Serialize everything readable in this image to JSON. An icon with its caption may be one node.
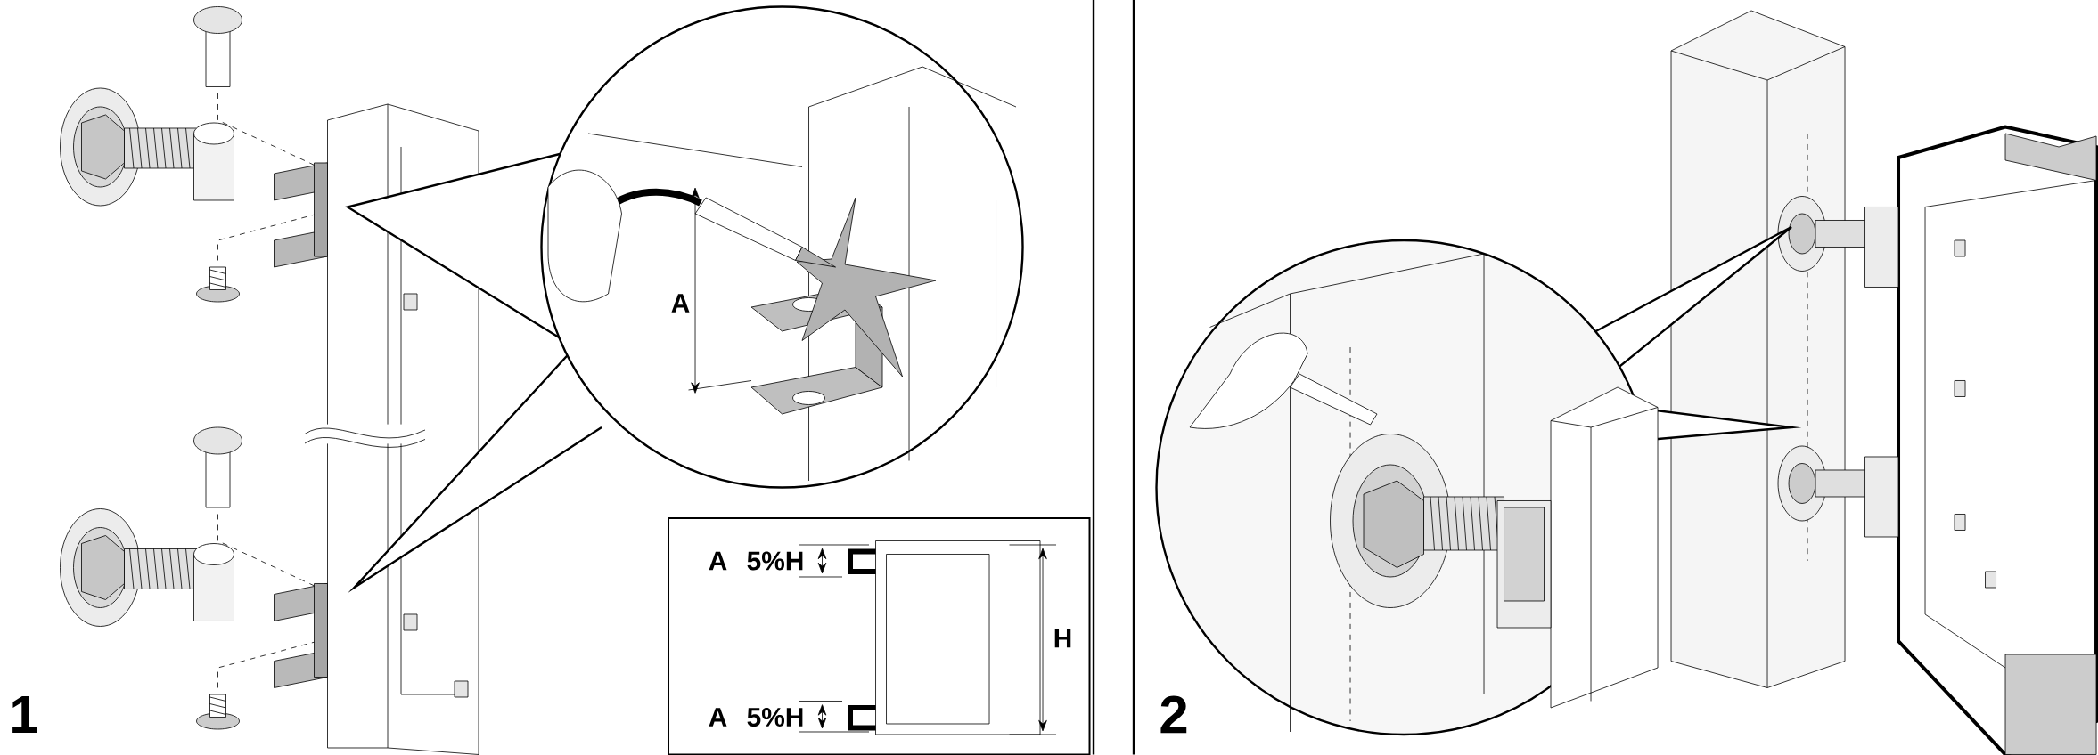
{
  "diagram": {
    "labels": [
      "A",
      "A",
      "5%H",
      "H",
      "A",
      "5%H",
      "1",
      "2"
    ]
  }
}
